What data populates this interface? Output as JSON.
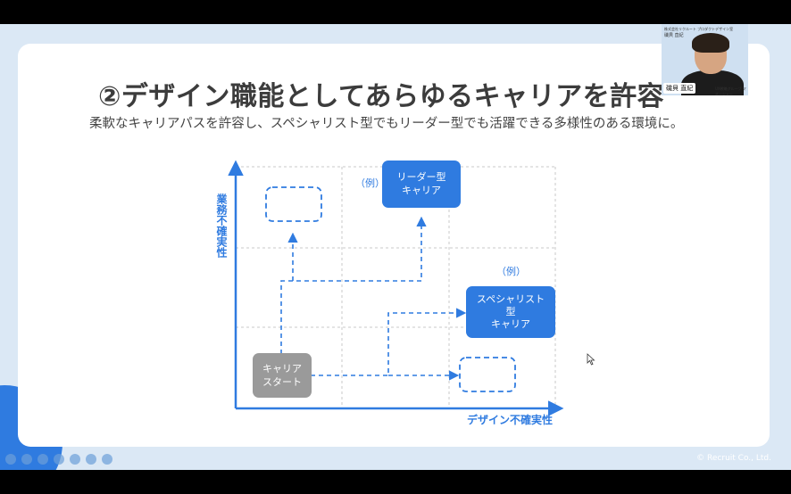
{
  "slide": {
    "title": "②デザイン職能としてあらゆるキャリアを許容",
    "subtitle": "柔軟なキャリアパスを許容し、スペシャリスト型でもリーダー型でも活躍できる多様性のある環境に。",
    "copyright": "© Recruit Co., Ltd."
  },
  "diagram": {
    "y_axis_label": "業務不確実性",
    "x_axis_label": "デザイン不確実性",
    "example_label": "（例）",
    "leader_label": [
      "リーダー型",
      "キャリア"
    ],
    "specialist_label": [
      "スペシャリスト",
      "型",
      "キャリア"
    ],
    "start_label": [
      "キャリア",
      "スタート"
    ]
  },
  "webcam": {
    "header_text": "株式会社リクルート プロダクトデザイン室",
    "top_name": "磯貝 直紀",
    "nameplate": "磯貝 直紀",
    "side_text": "UX戦略グループ マネージャー"
  },
  "colors": {
    "accent": "#2f7be0",
    "grey_box": "#9a9a9a",
    "background": "#dbe8f5"
  }
}
